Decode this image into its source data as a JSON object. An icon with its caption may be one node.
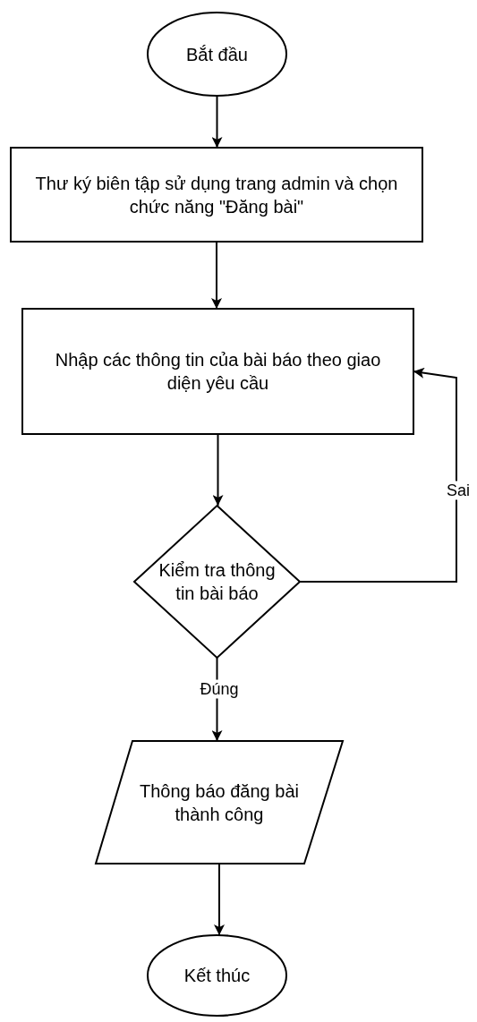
{
  "diagram": {
    "nodes": [
      {
        "text": [
          "Bắt đầu"
        ]
      },
      {
        "text": [
          "Thư ký biên tập sử dụng trang admin và chọn chức năng \"Đăng bài\""
        ]
      },
      {
        "text": [
          "Nhập các thông tin của bài báo theo giao diện yêu cầu"
        ]
      },
      {
        "text": [
          "Kiểm tra thông tin bài báo"
        ]
      },
      {
        "text": [
          "Thông báo đăng bài thành công"
        ]
      },
      {
        "text": [
          "Kết thúc"
        ]
      }
    ],
    "edges": [
      {
        "from": 0,
        "to": 1,
        "arrow": "to"
      },
      {
        "from": 1,
        "to": 2,
        "arrow": "to"
      },
      {
        "from": 2,
        "to": 3,
        "arrow": "to"
      },
      {
        "from": 3,
        "to": 2,
        "arrow": "to",
        "label": "Sai"
      },
      {
        "from": 3,
        "to": 4,
        "arrow": "to",
        "label": "Đúng"
      },
      {
        "from": 4,
        "to": 5,
        "arrow": "to"
      }
    ]
  }
}
